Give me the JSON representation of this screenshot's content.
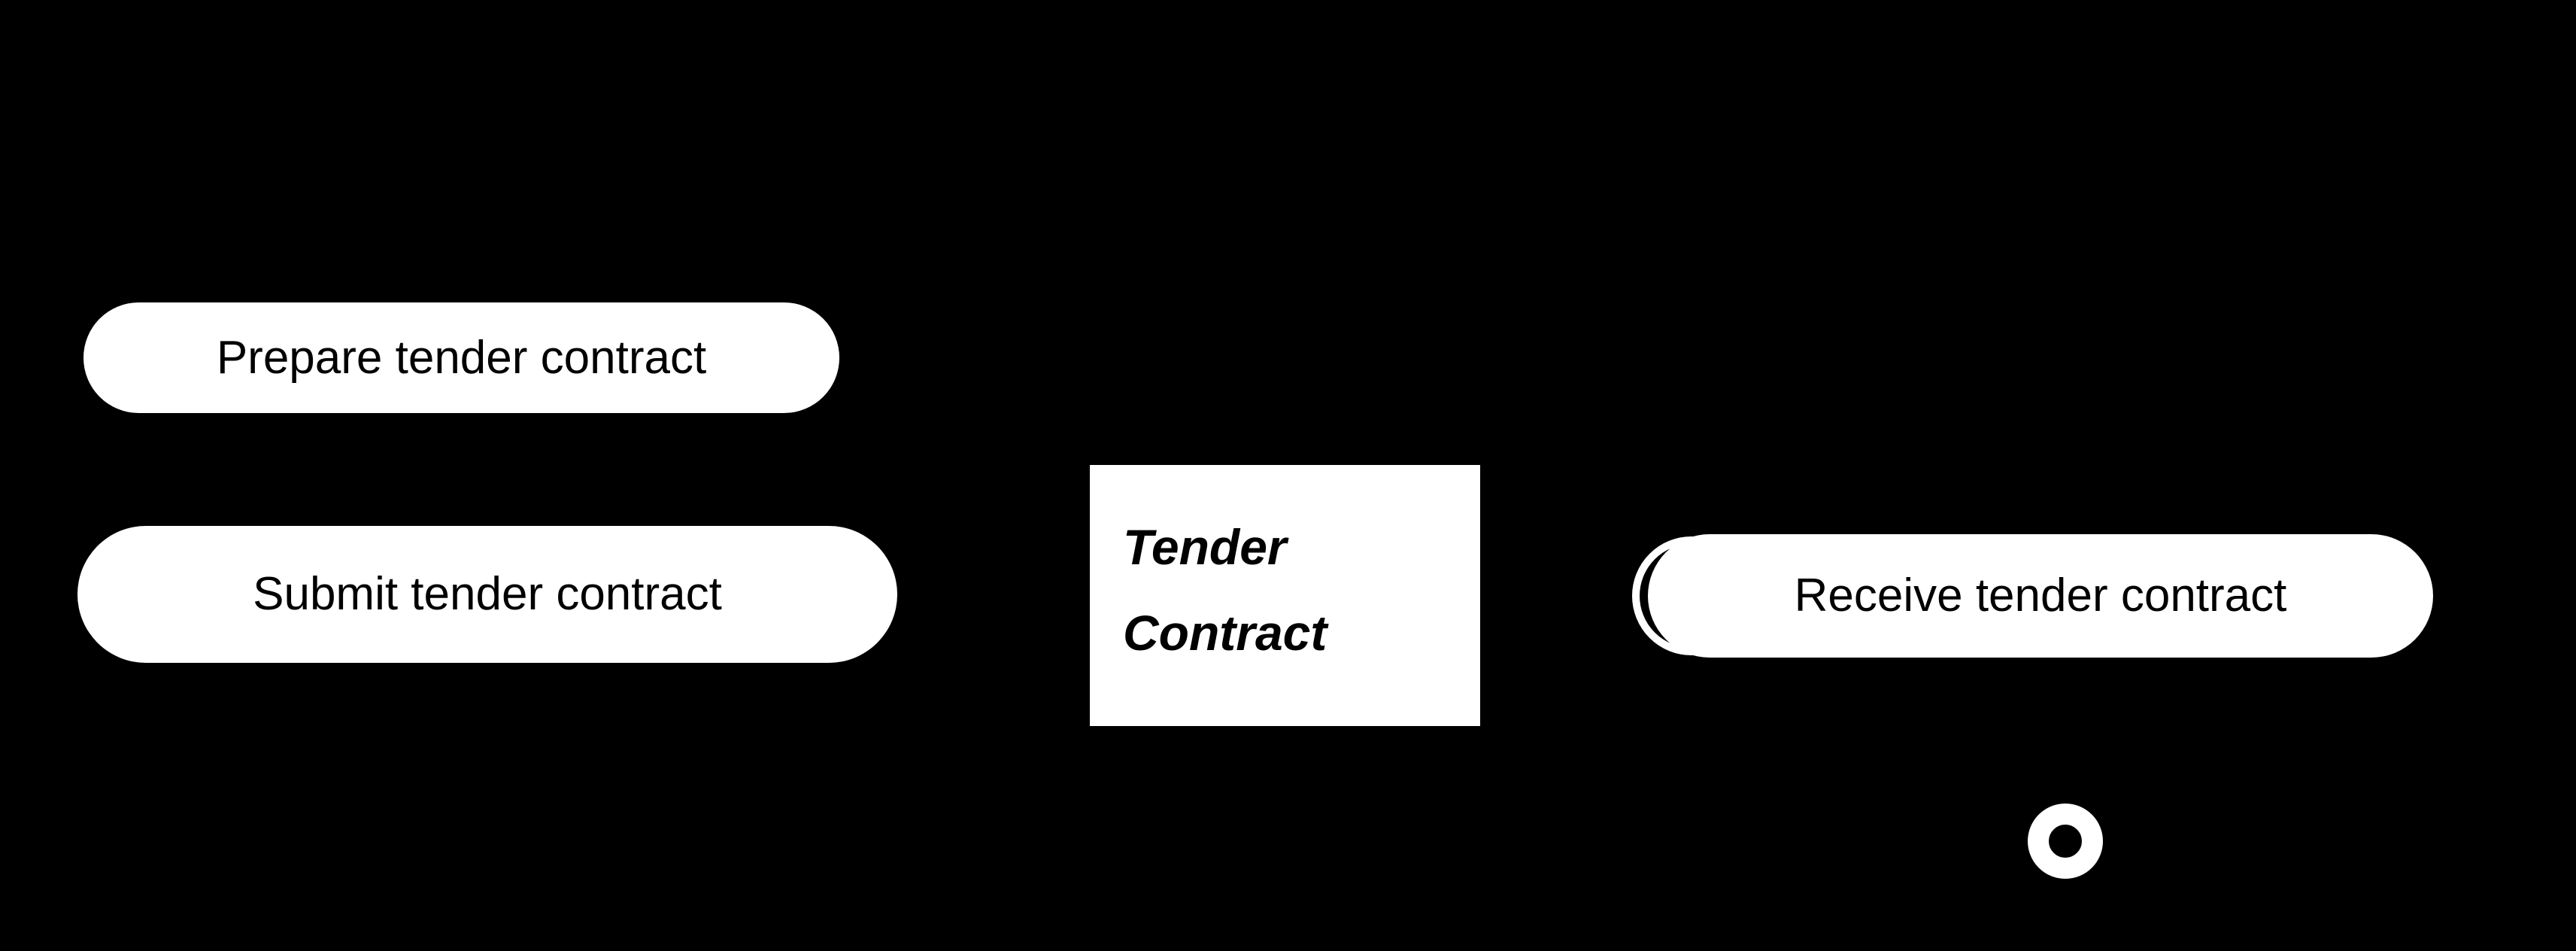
{
  "diagram": {
    "type": "bpmn-process-diagram",
    "colors": {
      "background": "#000000",
      "node_fill": "#ffffff",
      "node_text": "#000000"
    },
    "tasks": {
      "prepare": {
        "label": "Prepare tender contract"
      },
      "submit": {
        "label": "Submit tender contract"
      },
      "receive": {
        "label": "Receive tender contract"
      }
    },
    "data_object": {
      "line1": "Tender",
      "line2": "Contract"
    },
    "end_event": {
      "name": "end-event"
    }
  }
}
